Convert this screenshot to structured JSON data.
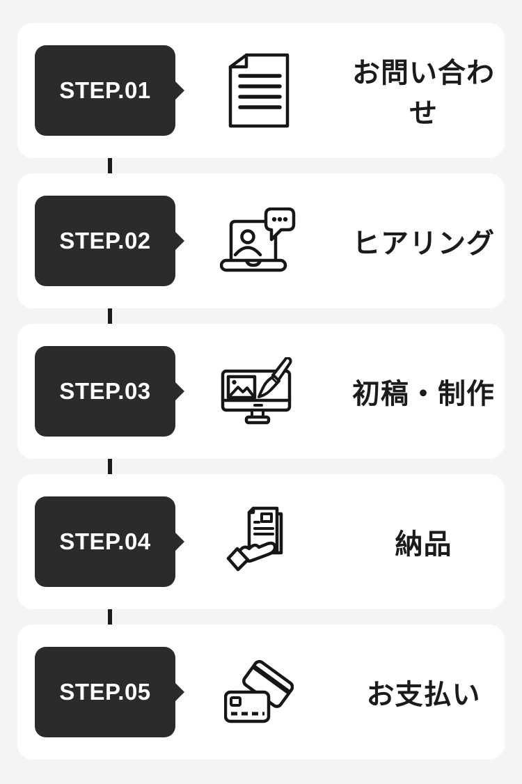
{
  "colors": {
    "background": "#f4f4f6",
    "card": "#ffffff",
    "badge": "#2b2b2b",
    "text": "#1b1b1b",
    "connector": "#1a1a1a",
    "badge_text": "#ffffff"
  },
  "steps": [
    {
      "step_label": "STEP.01",
      "title": "お問い合わせ",
      "icon": "document-icon"
    },
    {
      "step_label": "STEP.02",
      "title": "ヒアリング",
      "icon": "online-meeting-icon"
    },
    {
      "step_label": "STEP.03",
      "title": "初稿・制作",
      "icon": "design-monitor-icon"
    },
    {
      "step_label": "STEP.04",
      "title": "納品",
      "icon": "hand-delivery-icon"
    },
    {
      "step_label": "STEP.05",
      "title": "お支払い",
      "icon": "credit-cards-icon"
    }
  ]
}
